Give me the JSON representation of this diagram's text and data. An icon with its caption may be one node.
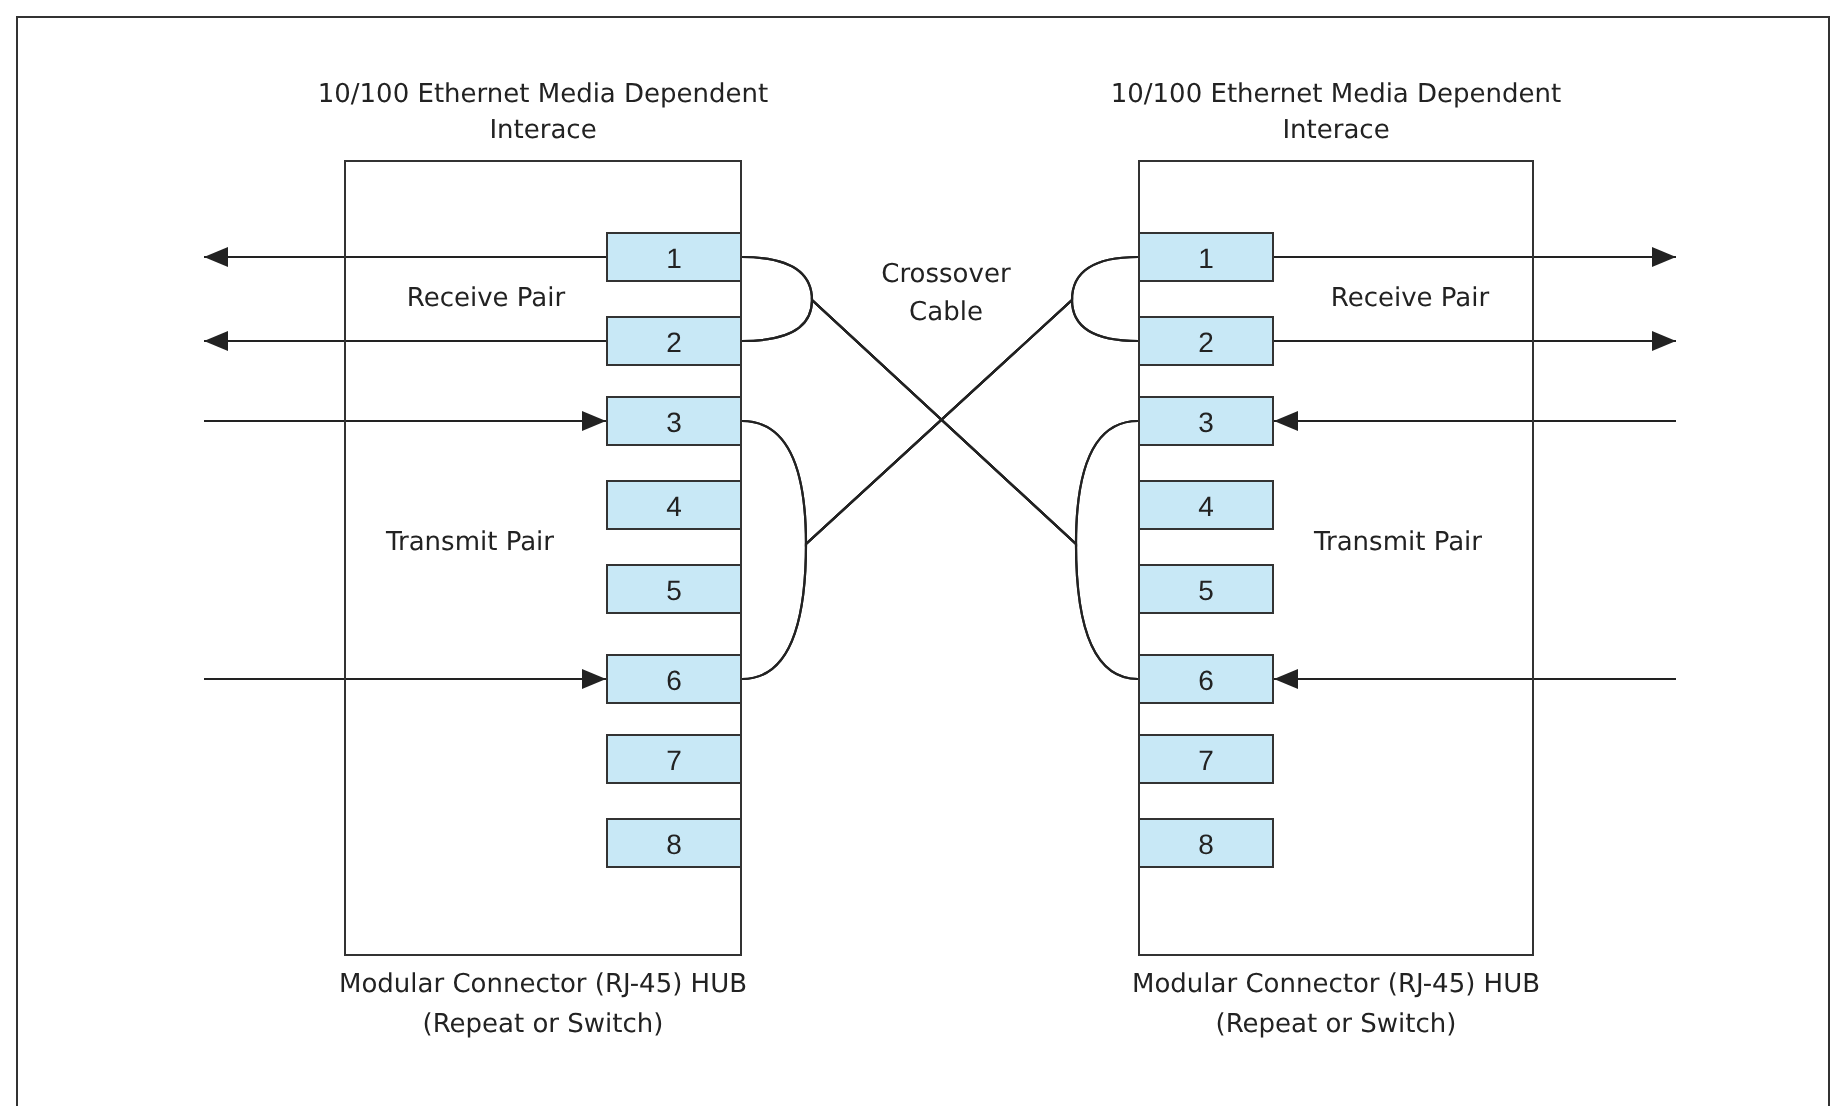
{
  "diagram": {
    "nodes": [
      {
        "text": [
          "10/100 Ethernet Media Dependent Interace"
        ],
        "beside": [
          "Modular Connector (RJ-45) HUB (Repeat or Switch)"
        ]
      },
      {
        "text": [
          "1"
        ],
        "in": 0
      },
      {
        "text": [
          "2"
        ],
        "in": 0
      },
      {
        "text": [
          "3"
        ],
        "in": 0
      },
      {
        "text": [
          "4"
        ],
        "in": 0
      },
      {
        "text": [
          "5"
        ],
        "in": 0
      },
      {
        "text": [
          "6"
        ],
        "in": 0
      },
      {
        "text": [
          "7"
        ],
        "in": 0
      },
      {
        "text": [
          "8"
        ],
        "in": 0
      },
      {
        "text": [
          "10/100 Ethernet Media Dependent Interace"
        ],
        "beside": [
          "Modular Connector (RJ-45) HUB (Repeat or Switch)"
        ]
      },
      {
        "text": [
          "1"
        ],
        "in": 9
      },
      {
        "text": [
          "2"
        ],
        "in": 9
      },
      {
        "text": [
          "3"
        ],
        "in": 9
      },
      {
        "text": [
          "4"
        ],
        "in": 9
      },
      {
        "text": [
          "5"
        ],
        "in": 9
      },
      {
        "text": [
          "6"
        ],
        "in": 9
      },
      {
        "text": [
          "7"
        ],
        "in": 9
      },
      {
        "text": [
          "8"
        ],
        "in": 9
      }
    ],
    "edges": [
      {
        "from": 1,
        "to": null,
        "arrow": "to"
      },
      {
        "from": 2,
        "to": null,
        "arrow": "to"
      },
      {
        "from": null,
        "to": 3,
        "arrow": "to"
      },
      {
        "from": null,
        "to": 6,
        "arrow": "to"
      },
      {
        "from": 10,
        "to": null,
        "arrow": "to"
      },
      {
        "from": 11,
        "to": null,
        "arrow": "to"
      },
      {
        "from": null,
        "to": 12,
        "arrow": "to"
      },
      {
        "from": null,
        "to": 15,
        "arrow": "to"
      },
      {
        "from": 1,
        "to": 12,
        "arrow": "none"
      },
      {
        "from": 1,
        "to": 15,
        "arrow": "none"
      },
      {
        "from": 2,
        "to": 12,
        "arrow": "none"
      },
      {
        "from": 2,
        "to": 15,
        "arrow": "none"
      },
      {
        "from": 3,
        "to": 10,
        "arrow": "none"
      },
      {
        "from": 3,
        "to": 11,
        "arrow": "none"
      },
      {
        "from": 6,
        "to": 10,
        "arrow": "none"
      },
      {
        "from": 6,
        "to": 11,
        "arrow": "none"
      }
    ],
    "labels": [
      "Crossover Cable",
      "Receive Pair",
      "Receive Pair",
      "Transmit Pair",
      "Transmit Pair"
    ]
  }
}
